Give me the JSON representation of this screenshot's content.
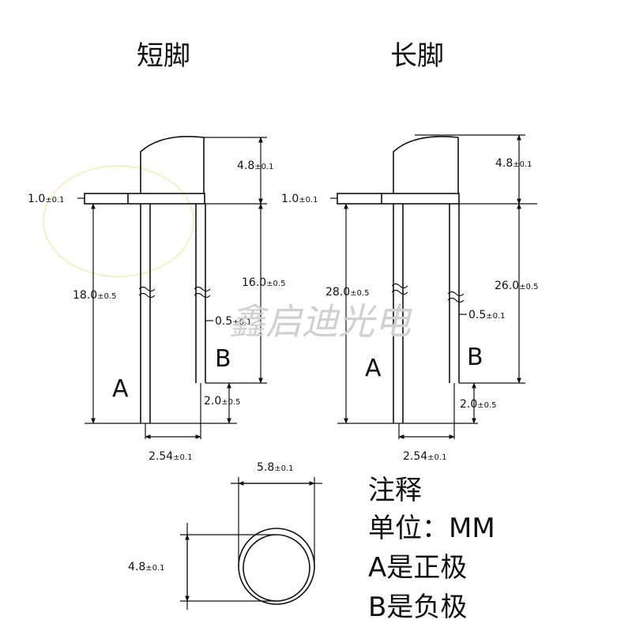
{
  "titles": {
    "short": "短脚",
    "long": "长脚"
  },
  "watermark": "鑫启迪光电",
  "short_led": {
    "height_value": "4.8",
    "height_tol": "±0.1",
    "flange_value": "1.0",
    "flange_tol": "±0.1",
    "pin_a_value": "18.0",
    "pin_a_tol": "±0.5",
    "pin_b_value": "16.0",
    "pin_b_tol": "±0.5",
    "lead_w_value": "0.5",
    "lead_w_tol": "±0.1",
    "step_value": "2.0",
    "step_tol": "±0.5",
    "spacing_value": "2.54",
    "spacing_tol": "±0.1",
    "label_a": "A",
    "label_b": "B"
  },
  "long_led": {
    "height_value": "4.8",
    "height_tol": "±0.1",
    "flange_value": "1.0",
    "flange_tol": "±0.1",
    "pin_a_value": "28.0",
    "pin_a_tol": "±0.5",
    "pin_b_value": "26.0",
    "pin_b_tol": "±0.5",
    "lead_w_value": "0.5",
    "lead_w_tol": "±0.1",
    "step_value": "2.0",
    "step_tol": "±0.5",
    "spacing_value": "2.54",
    "spacing_tol": "±0.1",
    "label_a": "A",
    "label_b": "B"
  },
  "top_view": {
    "width_value": "5.8",
    "width_tol": "±0.1",
    "height_value": "4.8",
    "height_tol": "±0.1"
  },
  "notes": {
    "heading": "注释",
    "unit": "单位：MM",
    "a_note": "A是正极",
    "b_note": "B是负极"
  }
}
